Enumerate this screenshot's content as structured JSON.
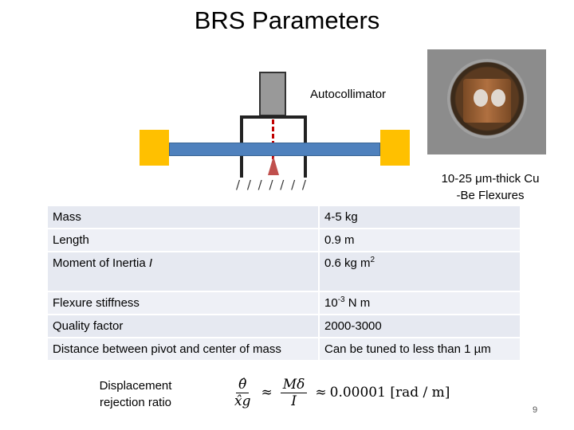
{
  "slide": {
    "title": "BRS Parameters",
    "autocollimator_label": "Autocollimator",
    "flexure_label_line1": "10-25 μm-thick Cu",
    "flexure_label_line2": "-Be Flexures",
    "hatch_marks": "/ / / / / / /",
    "page_number": "9"
  },
  "table": {
    "rows": [
      {
        "param": "Mass",
        "value": "4-5 kg"
      },
      {
        "param": "Length",
        "value": "0.9 m"
      },
      {
        "param": "Moment of Inertia I",
        "value": "0.6 kg m2"
      },
      {
        "param": "Flexure stiffness",
        "value": "10-3 N m"
      },
      {
        "param": "Quality factor",
        "value": "2000-3000"
      },
      {
        "param": "Distance between pivot and center of mass",
        "value": "Can be tuned to less than 1 µm"
      }
    ]
  },
  "equation": {
    "label_line1": "Displacement",
    "label_line2": "rejection ratio",
    "lhs_num": "θ̂",
    "lhs_den": "x̂g",
    "approx": "≈",
    "rhs_num": "Mδ",
    "rhs_den": "I",
    "result": "0.00001 [rad / m]"
  },
  "colors": {
    "mass_yellow": "#ffc000",
    "bar_blue": "#4f81bd",
    "pivot_red": "#c0504d",
    "table_bg": "#e6e9f1"
  }
}
